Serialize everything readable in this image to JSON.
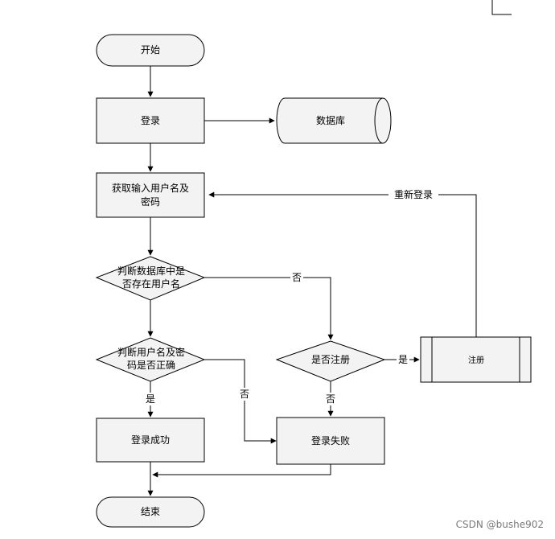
{
  "nodes": {
    "start": "开始",
    "login": "登录",
    "database": "数据库",
    "get_input_line1": "获取输入用户名及",
    "get_input_line2": "密码",
    "check_user_line1": "判断数据库中是",
    "check_user_line2": "否存在用户名",
    "check_pwd_line1": "判断用户名及密",
    "check_pwd_line2": "码是否正确",
    "ask_register": "是否注册",
    "register": "注册",
    "login_success": "登录成功",
    "login_fail": "登录失败",
    "end": "结束"
  },
  "edges": {
    "relogin": "重新登录",
    "user_no": "否",
    "pwd_yes": "是",
    "pwd_no": "否",
    "register_yes": "是",
    "register_no": "否"
  },
  "watermark": "CSDN @bushe902"
}
